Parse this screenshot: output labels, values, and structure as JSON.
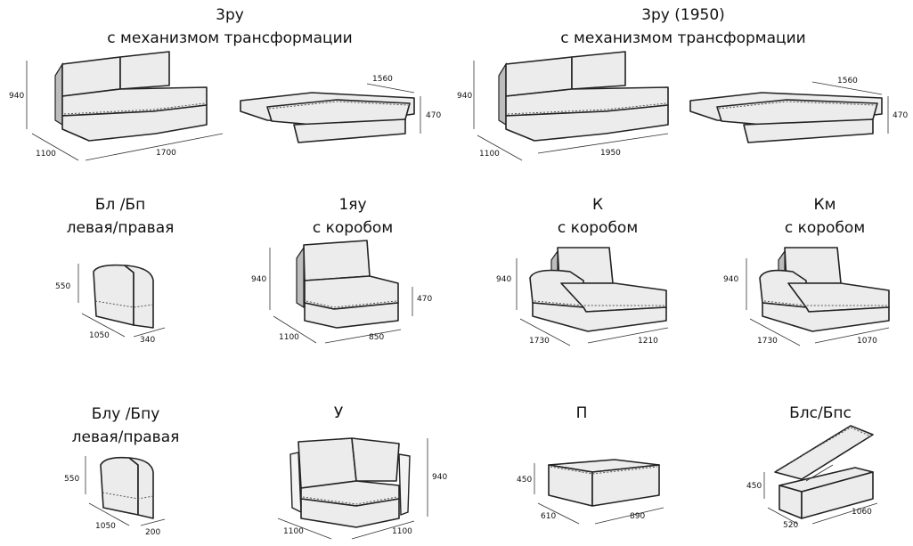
{
  "modules": [
    {
      "id": "3ru",
      "name": "3ру",
      "subtitle": "с механизмом трансформации",
      "dims": {
        "h": "940",
        "d": "1100",
        "w": "1700",
        "open_w": "1560",
        "open_h": "470"
      }
    },
    {
      "id": "3ru1950",
      "name": "3ру (1950)",
      "subtitle": "с механизмом трансформации",
      "dims": {
        "h": "940",
        "d": "1100",
        "w": "1950",
        "open_w": "1560",
        "open_h": "470"
      }
    },
    {
      "id": "bl",
      "name": "Бл /Бп",
      "subtitle": "левая/правая",
      "dims": {
        "h": "550",
        "d": "1050",
        "w": "340"
      }
    },
    {
      "id": "1yau",
      "name": "1яу",
      "subtitle": "с коробом",
      "dims": {
        "h": "940",
        "d": "1100",
        "w": "850",
        "seat_h": "470"
      }
    },
    {
      "id": "k",
      "name": "К",
      "subtitle": "с коробом",
      "dims": {
        "h": "940",
        "d": "1730",
        "w": "1210"
      }
    },
    {
      "id": "km",
      "name": "Км",
      "subtitle": "с коробом",
      "dims": {
        "h": "940",
        "d": "1730",
        "w": "1070"
      }
    },
    {
      "id": "blu",
      "name": "Блу /Бпу",
      "subtitle": "левая/правая",
      "dims": {
        "h": "550",
        "d": "1050",
        "w": "200"
      }
    },
    {
      "id": "u",
      "name": "У",
      "subtitle": "",
      "dims": {
        "h": "940",
        "d": "1100",
        "w": "1100"
      }
    },
    {
      "id": "p",
      "name": "П",
      "subtitle": "",
      "dims": {
        "h": "450",
        "d": "610",
        "w": "890"
      }
    },
    {
      "id": "bls",
      "name": "Блс/Бпс",
      "subtitle": "",
      "dims": {
        "h": "450",
        "d": "520",
        "w": "1060"
      }
    }
  ]
}
